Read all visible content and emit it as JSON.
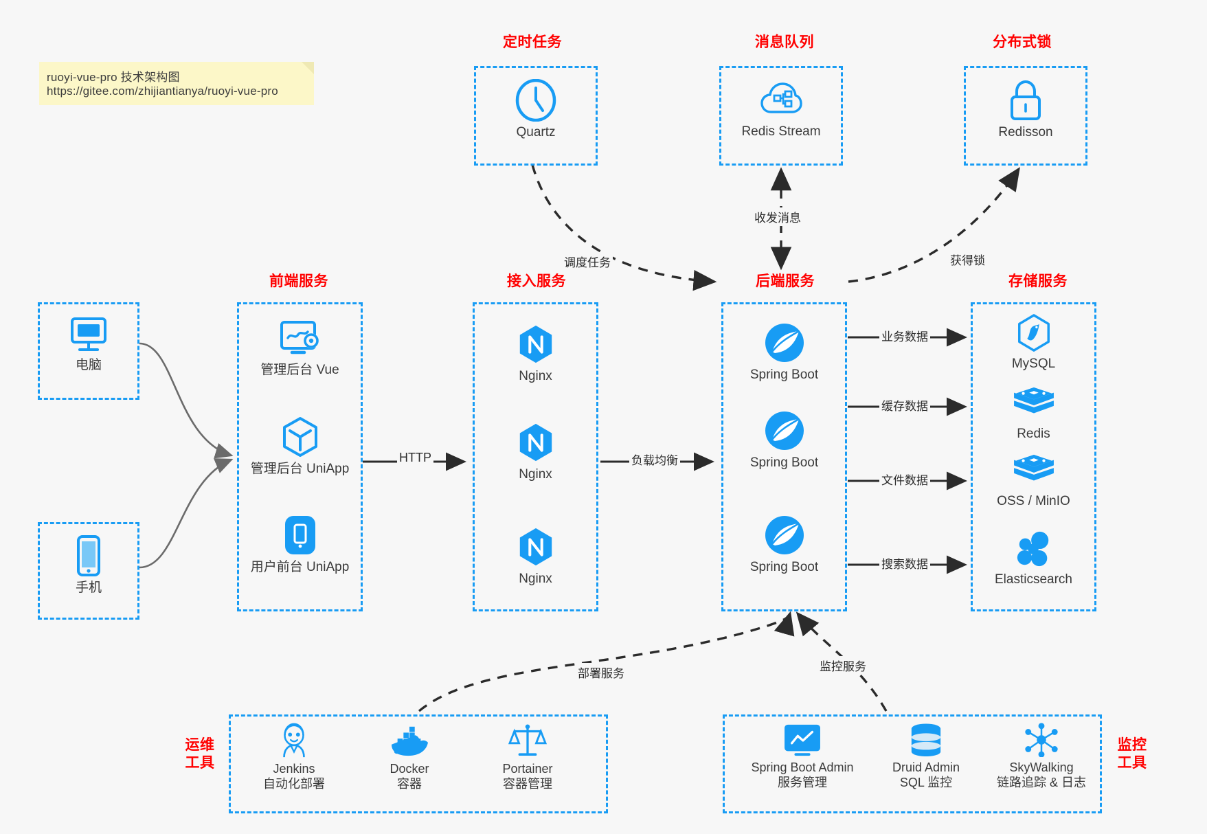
{
  "note": {
    "line1": "ruoyi-vue-pro 技术架构图",
    "line2": "https://gitee.com/zhijiantianya/ruoyi-vue-pro"
  },
  "colors": {
    "accent": "#189cf4",
    "header": "#ff0000",
    "background": "#f7f7f7",
    "note_bg": "#fcf7c8",
    "edge": "#2b2b2b",
    "client_edge": "#6b6b6b"
  },
  "groups": {
    "scheduled_task": "定时任务",
    "message_queue": "消息队列",
    "distributed_lock": "分布式锁",
    "frontend_service": "前端服务",
    "gateway_service": "接入服务",
    "backend_service": "后端服务",
    "storage_service": "存储服务",
    "devops_tools_line1": "运维",
    "devops_tools_line2": "工具",
    "monitor_tools_line1": "监控",
    "monitor_tools_line2": "工具"
  },
  "nodes": {
    "quartz": "Quartz",
    "redis_stream": "Redis Stream",
    "redisson": "Redisson",
    "computer": "电脑",
    "phone": "手机",
    "admin_vue": "管理后台 Vue",
    "admin_uniapp": "管理后台 UniApp",
    "user_uniapp": "用户前台 UniApp",
    "nginx1": "Nginx",
    "nginx2": "Nginx",
    "nginx3": "Nginx",
    "springboot1": "Spring Boot",
    "springboot2": "Spring Boot",
    "springboot3": "Spring Boot",
    "mysql": "MySQL",
    "redis": "Redis",
    "oss_minio": "OSS / MinIO",
    "elasticsearch": "Elasticsearch",
    "jenkins_name": "Jenkins",
    "jenkins_desc": "自动化部署",
    "docker_name": "Docker",
    "docker_desc": "容器",
    "portainer_name": "Portainer",
    "portainer_desc": "容器管理",
    "sba_name": "Spring Boot Admin",
    "sba_desc": "服务管理",
    "druid_name": "Druid Admin",
    "druid_desc": "SQL 监控",
    "skywalking_name": "SkyWalking",
    "skywalking_desc": "链路追踪 & 日志"
  },
  "edges": {
    "schedule_task": "调度任务",
    "send_receive_message": "收发消息",
    "acquire_lock": "获得锁",
    "http": "HTTP",
    "load_balance": "负载均衡",
    "business_data": "业务数据",
    "cache_data": "缓存数据",
    "file_data": "文件数据",
    "search_data": "搜索数据",
    "deploy_service": "部署服务",
    "monitor_service": "监控服务"
  }
}
